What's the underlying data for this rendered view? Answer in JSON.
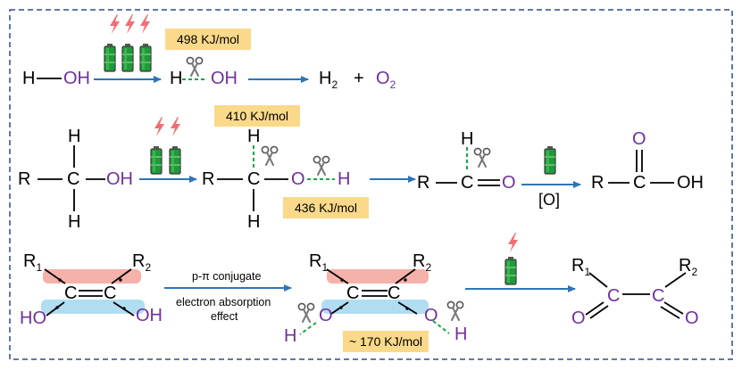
{
  "row1": {
    "h": "H",
    "oh": "OH",
    "h_mid": "H",
    "oh_mid": "OH",
    "h2_main": "H",
    "h2_sub": "2",
    "plus": "+",
    "o2_main": "O",
    "o2_sub": "2",
    "energy": "498 KJ/mol"
  },
  "row2": {
    "h_top": "H",
    "r": "R",
    "c": "C",
    "oh": "OH",
    "h_bot": "H",
    "energy_ch": "410 KJ/mol",
    "int_h_top": "H",
    "int_r": "R",
    "int_c": "C",
    "int_o": "O",
    "int_h": "H",
    "int_h_bot": "H",
    "energy_oh": "436 KJ/mol",
    "ald_h": "H",
    "ald_r": "R",
    "ald_c": "C",
    "ald_o": "O",
    "oxidant": "[O]",
    "acid_o": "O",
    "acid_r": "R",
    "acid_c": "C",
    "acid_oh": "OH"
  },
  "row3": {
    "r1_main": "R",
    "r1_sub": "1",
    "r2_main": "R",
    "r2_sub": "2",
    "c_left": "C",
    "c_right": "C",
    "ho": "HO",
    "oh": "OH",
    "conj_label": "p-π conjugate",
    "effect_line1": "electron absorption",
    "effect_line2": "effect",
    "int_r1_main": "R",
    "int_r1_sub": "1",
    "int_r2_main": "R",
    "int_r2_sub": "2",
    "int_c_left": "C",
    "int_c_right": "C",
    "int_o_left": "O",
    "int_h_left": "H",
    "int_o_right": "O",
    "int_h_right": "H",
    "energy": "~ 170 KJ/mol",
    "prod_r1_main": "R",
    "prod_r1_sub": "1",
    "prod_r2_main": "R",
    "prod_r2_sub": "2",
    "prod_c_left": "C",
    "prod_c_right": "C",
    "prod_o_left": "O",
    "prod_o_right": "O"
  },
  "colors": {
    "arrow": "#2e75b6",
    "frame": "#2f4b8c",
    "highlight": "#fbd98a",
    "purple_text": "#7030a0",
    "bond_break": "#1aa64b",
    "lightning": "#f36d73",
    "battery": "#1f9a3a",
    "conj_red": "#f4a39b",
    "conj_blue": "#a9d9f0"
  },
  "icons": [
    "lightning-icon",
    "battery-icon",
    "scissors-icon"
  ]
}
